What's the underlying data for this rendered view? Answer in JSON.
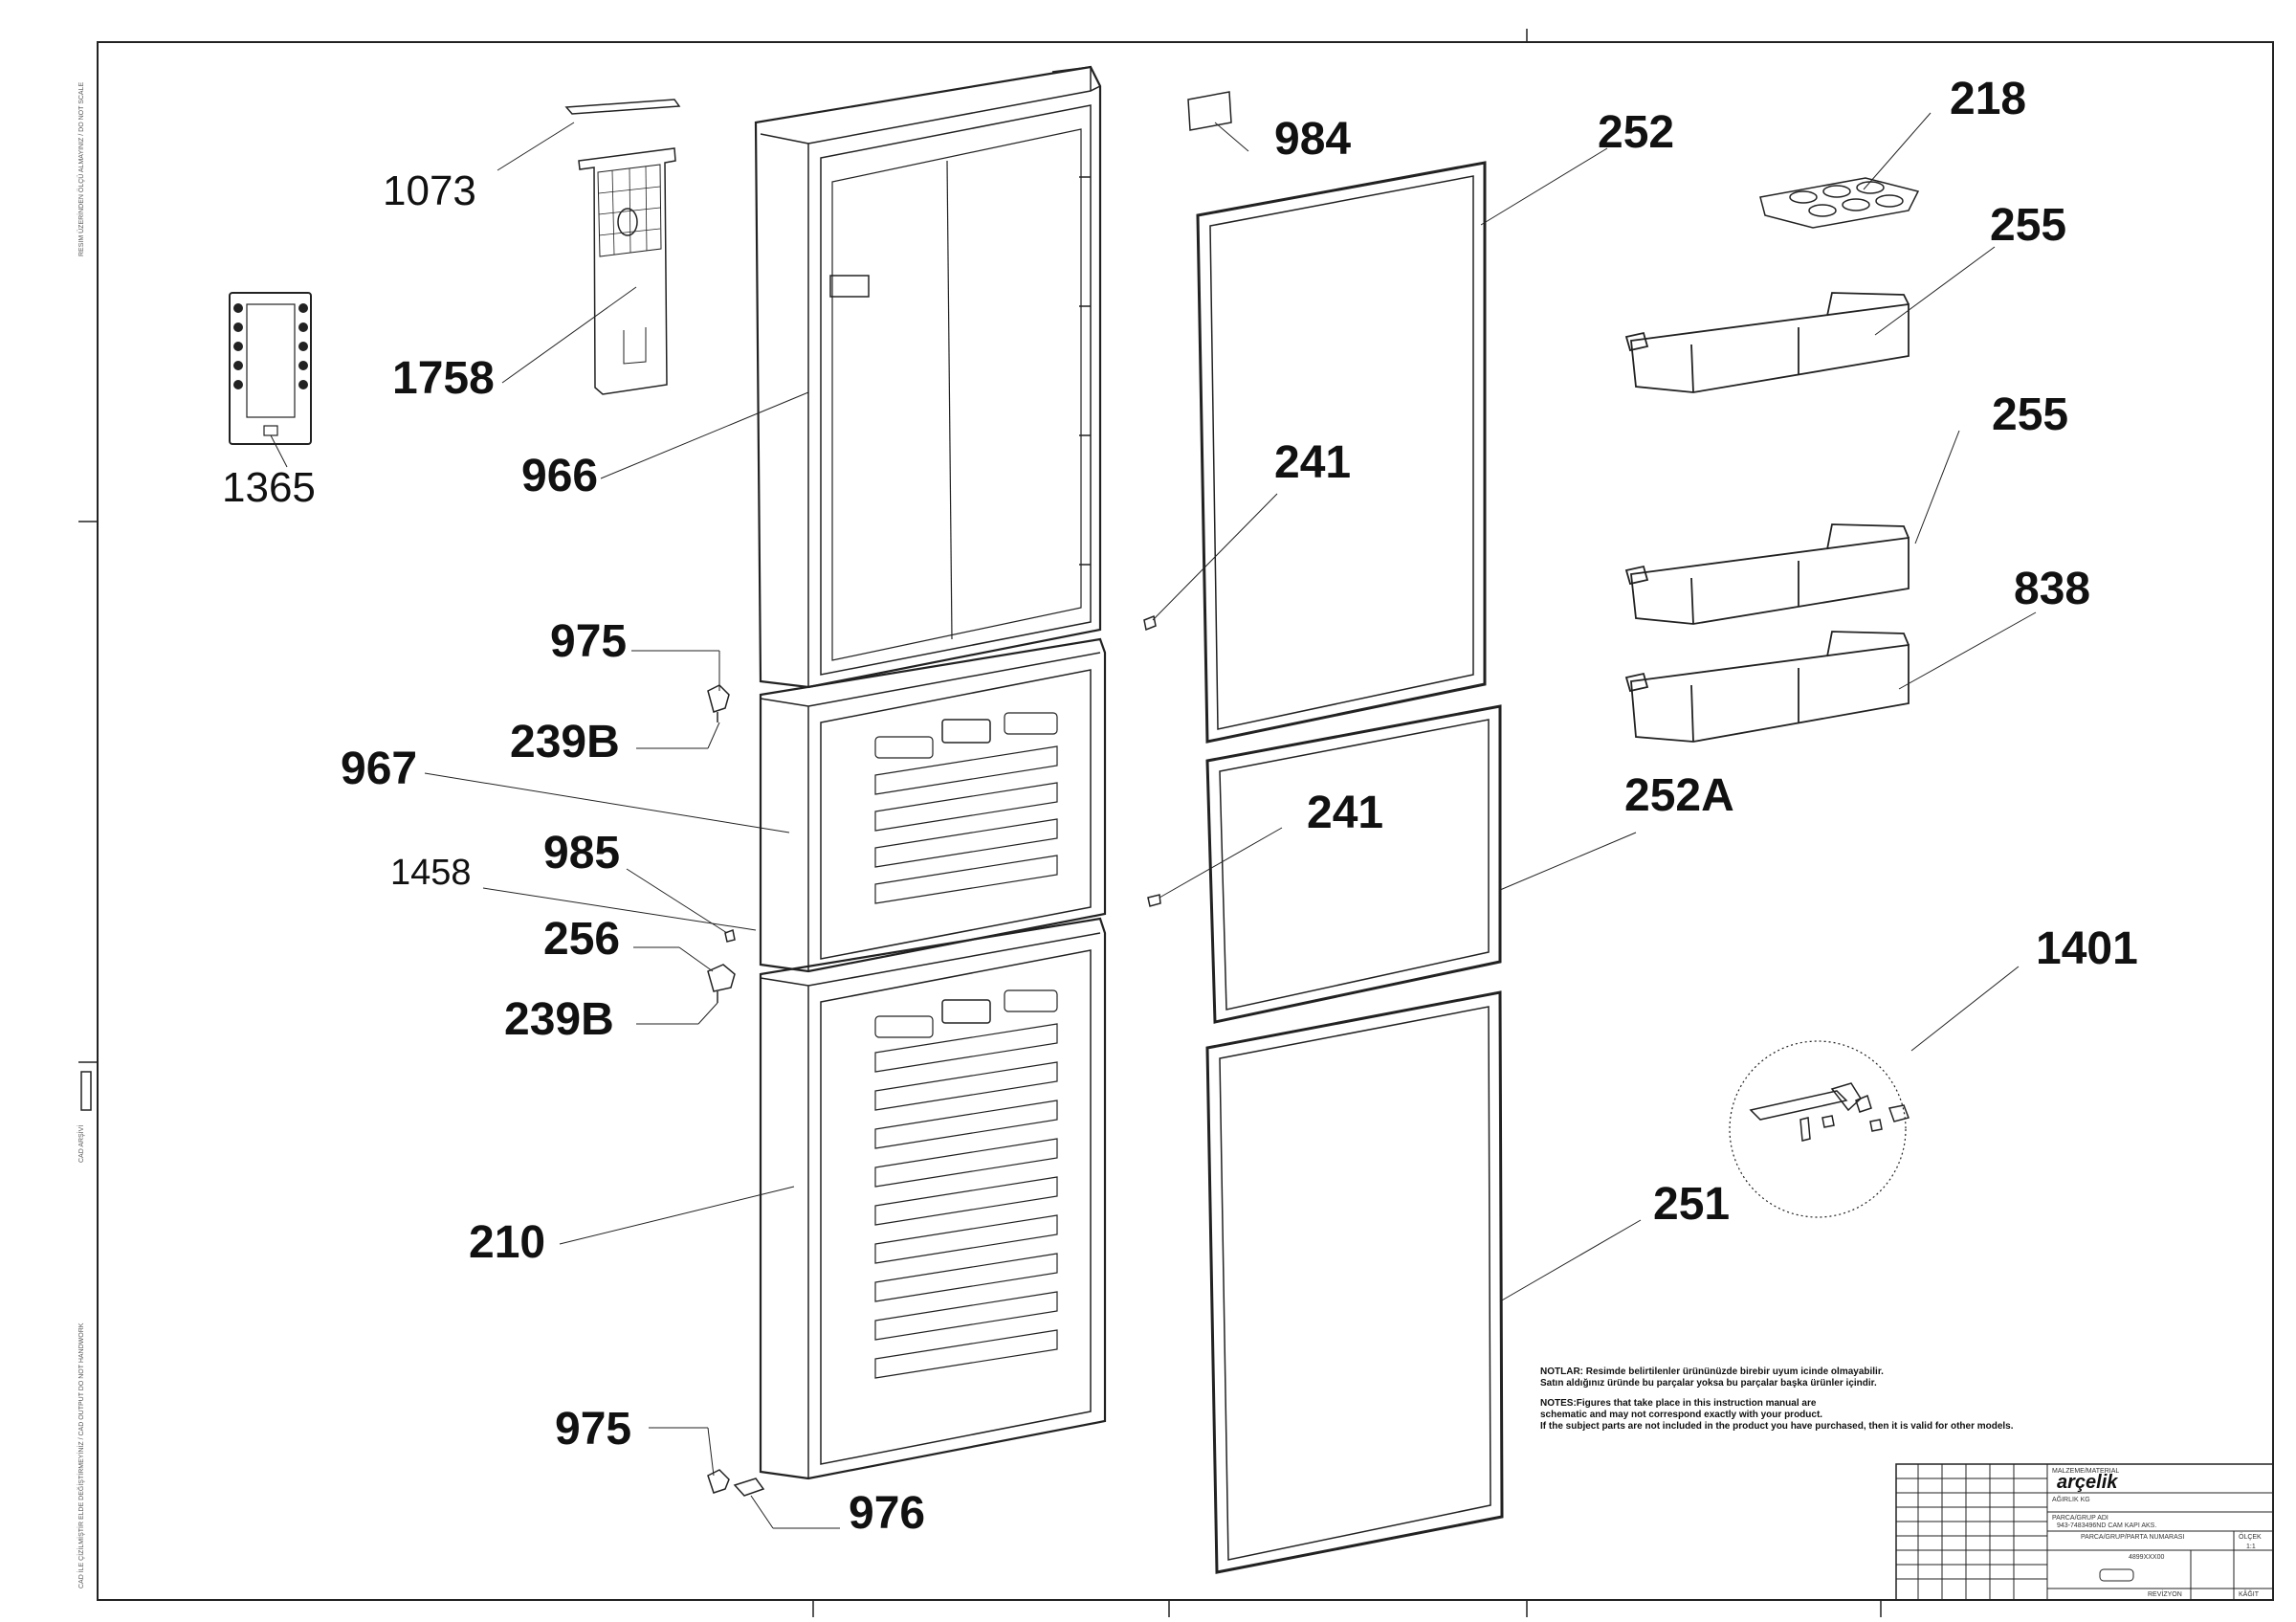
{
  "callouts": [
    {
      "id": "1073",
      "text": "1073"
    },
    {
      "id": "1758",
      "text": "1758"
    },
    {
      "id": "1365",
      "text": "1365"
    },
    {
      "id": "966",
      "text": "966"
    },
    {
      "id": "975a",
      "text": "975"
    },
    {
      "id": "239b-a",
      "text": "239B"
    },
    {
      "id": "967",
      "text": "967"
    },
    {
      "id": "985",
      "text": "985"
    },
    {
      "id": "1458",
      "text": "1458"
    },
    {
      "id": "256",
      "text": "256"
    },
    {
      "id": "239b-b",
      "text": "239B"
    },
    {
      "id": "210",
      "text": "210"
    },
    {
      "id": "975b",
      "text": "975"
    },
    {
      "id": "976",
      "text": "976"
    },
    {
      "id": "984",
      "text": "984"
    },
    {
      "id": "252",
      "text": "252"
    },
    {
      "id": "241a",
      "text": "241"
    },
    {
      "id": "241b",
      "text": "241"
    },
    {
      "id": "252A",
      "text": "252A"
    },
    {
      "id": "251",
      "text": "251"
    },
    {
      "id": "218",
      "text": "218"
    },
    {
      "id": "255a",
      "text": "255"
    },
    {
      "id": "255b",
      "text": "255"
    },
    {
      "id": "838",
      "text": "838"
    },
    {
      "id": "1401",
      "text": "1401"
    }
  ],
  "notes": {
    "tr_line1": "NOTLAR: Resimde belirtilenler ürününüzde birebir uyum icinde olmayabilir.",
    "tr_line2": "Satın aldığınız üründe bu parçalar yoksa bu parçalar başka ürünler içindir.",
    "en_line1": "NOTES:Figures that take place in this instruction manual are",
    "en_line2": "schematic and may not correspond exactly with your product.",
    "en_line3": "If the subject parts are not included in the product you have purchased, then it is valid for other models."
  },
  "title_block": {
    "brand": "arçelik",
    "material_label": "MALZEME/MATERIAL",
    "weight_label": "AĞIRLIK KG",
    "group_label": "PARCA/GRUP ADI",
    "group_value": "943-7483496ND CAM KAPI AKS.",
    "part_no_label": "PARCA/GRUP/PARTA NUMARASI",
    "part_no_value": "4899XXX00",
    "scale_label": "ÖLÇEK",
    "scale_value": "1:1",
    "revision_label": "REVİZYON",
    "sheet_label": "KÂĞIT"
  },
  "side_text": {
    "top": "RESIM ÜZERİNDEN ÖLÇÜ ALMAYINIZ / DO NOT SCALE",
    "middle": "CAD ARŞİVİ",
    "bottom": "CAD İLE ÇİZİLMİŞTİR ELDE DEĞİŞTİRMEYİNİZ / CAD OUTPUT DO NOT HANDWORK"
  }
}
